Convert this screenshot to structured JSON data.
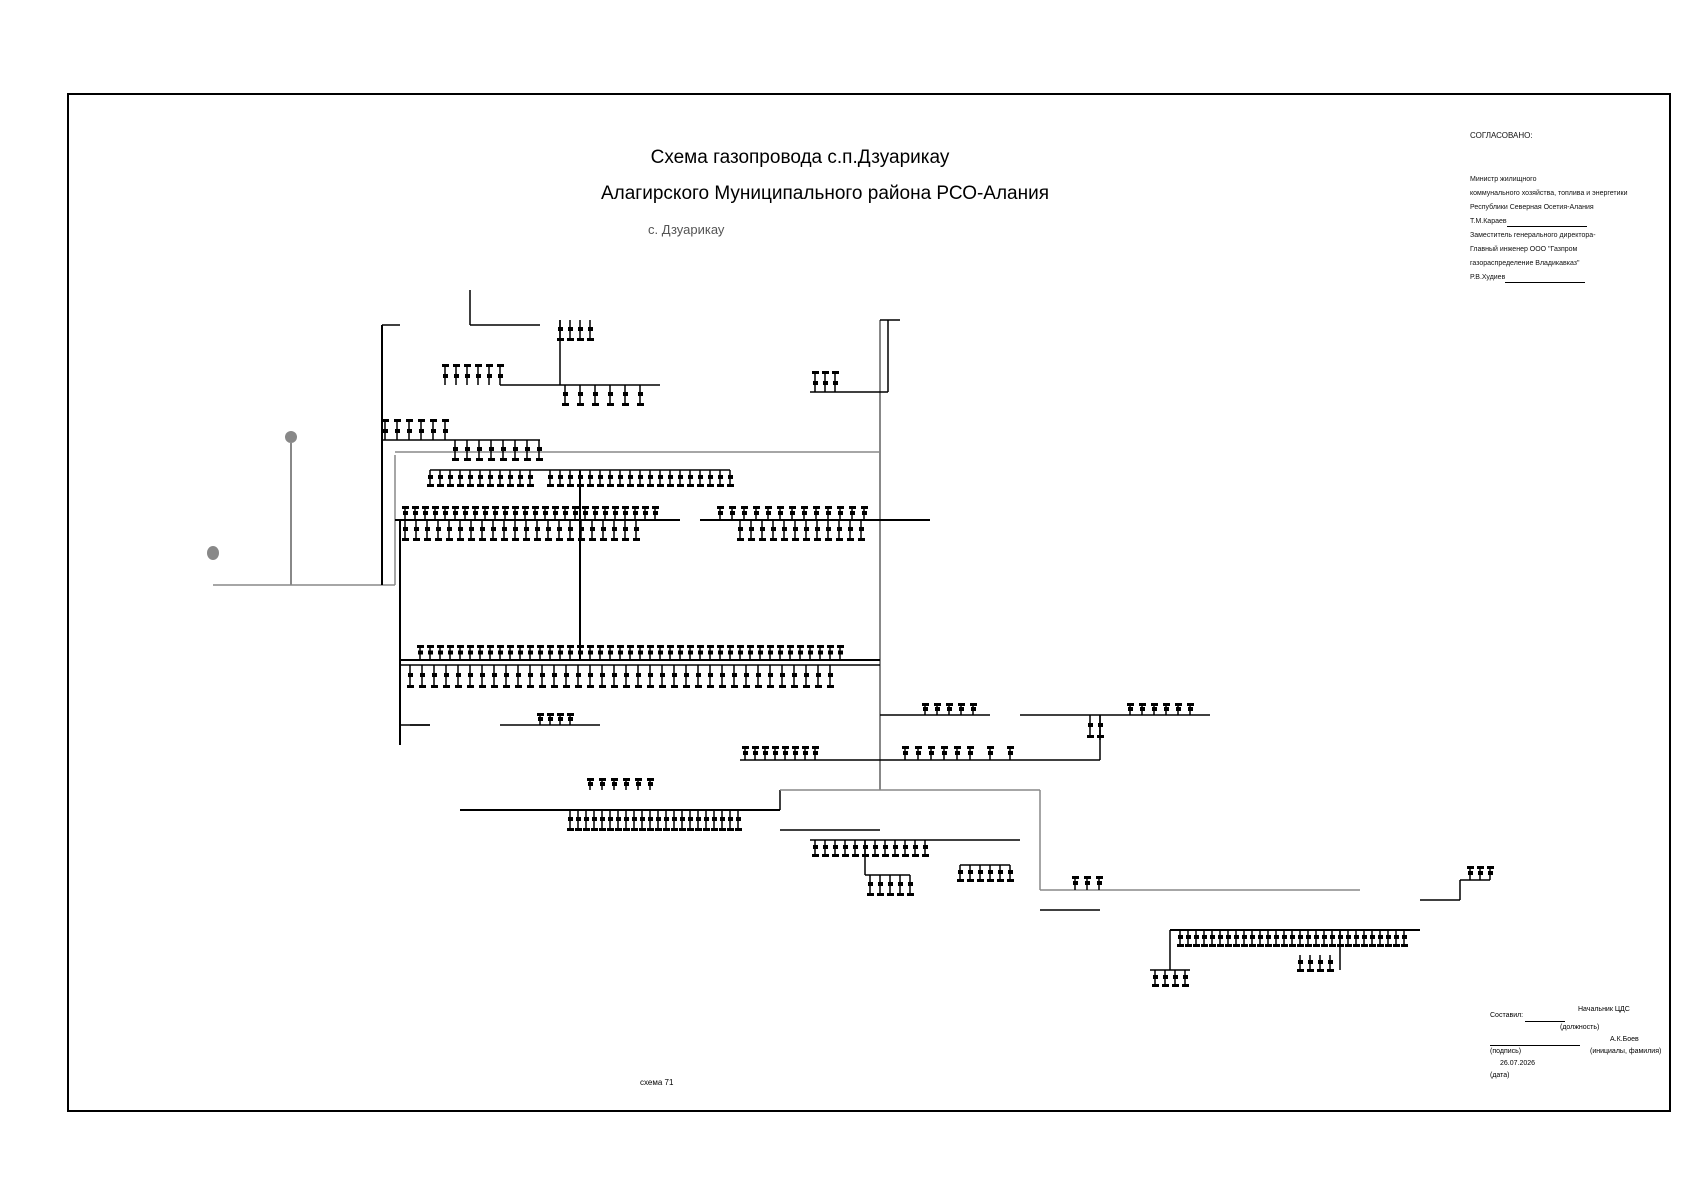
{
  "drawing": {
    "title_line1": "Схема газопровода с.п.Дзуарикау",
    "title_line2": "Алагирского  Муниципального района РСО-Алания",
    "settlement": "с. Дзуарикау",
    "schema_number": "схема 71"
  },
  "approval": {
    "header": "СОГЛАСОВАНО:",
    "minister_line1": "Министр жилищного",
    "minister_line2": "коммунального  хозяйства, топлива и энергетики",
    "minister_line3": "Республики Северная Осетия-Алания",
    "minister_name": "Т.М.Караев",
    "deputy_line1": "Заместитель генерального директора-",
    "deputy_line2": "Главный инженер  ООО \"Газпром",
    "deputy_line3": "газораспределение Владикавказ\"",
    "deputy_name": "Р.В.Худиев"
  },
  "composed": {
    "label": "Составил:",
    "position": "Начальник ЦДС",
    "position_caption": "(должность)",
    "signature_caption": "(подпись)",
    "name": "А.К.Боев",
    "name_caption": "(инициалы, фамилия)",
    "date": "26.07.2026",
    "date_caption": "(дата)"
  },
  "colors": {
    "line": "#000000",
    "pipe_grey": "#888888",
    "marker": "#888888"
  }
}
